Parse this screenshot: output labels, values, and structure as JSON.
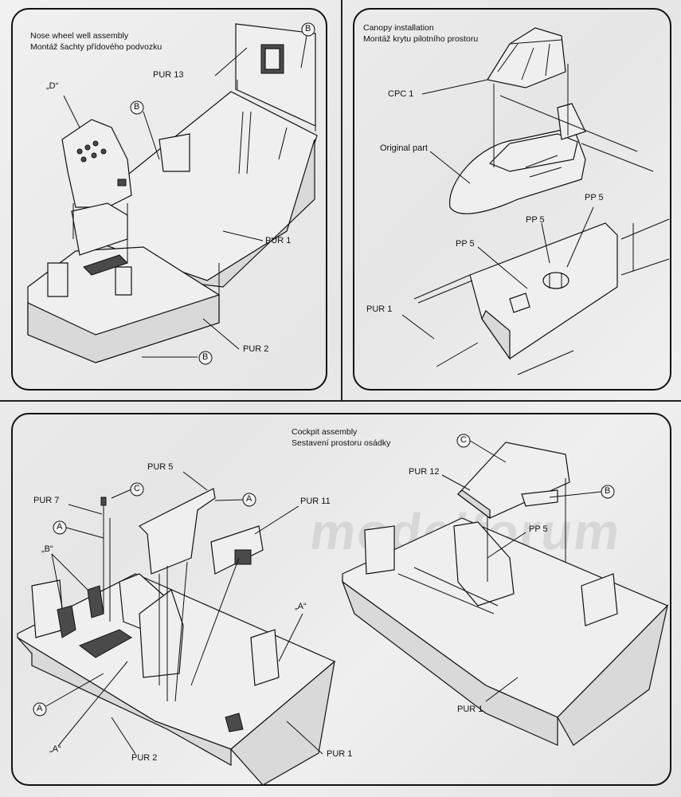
{
  "panels": {
    "nose_wheel": {
      "title_en": "Nose wheel well assembly",
      "title_cz": "Montáž šachty přídového podvozku",
      "labels": {
        "pur13": "PUR 13",
        "pur1": "PUR 1",
        "pur2": "PUR 2",
        "d_mark": "„D“"
      },
      "circles": {
        "b1": "B",
        "b2": "B",
        "b3": "B"
      }
    },
    "canopy": {
      "title_en": "Canopy installation",
      "title_cz": "Montáž krytu pilotního prostoru",
      "labels": {
        "cpc1": "CPC 1",
        "original": "Original part",
        "pp5a": "PP 5",
        "pp5b": "PP 5",
        "pp5c": "PP 5",
        "pur1": "PUR 1"
      }
    },
    "cockpit": {
      "title_en": "Cockpit assembly",
      "title_cz": "Sestavení prostoru osádky",
      "labels": {
        "pur5": "PUR 5",
        "pur7": "PUR 7",
        "pur11": "PUR 11",
        "b_mark": "„B“",
        "a_mark1": "„A“",
        "a_mark2": "„A“",
        "pur2": "PUR 2",
        "pur1_left": "PUR 1",
        "pur12": "PUR 12",
        "pp5": "PP 5",
        "pur1_right": "PUR 1"
      },
      "circles": {
        "c1": "C",
        "a1": "A",
        "a2": "A",
        "a3": "A",
        "c2": "C",
        "b1": "B"
      }
    }
  },
  "colors": {
    "line": "#111111",
    "paper": "#ededed",
    "shade": "#d9d9d9"
  }
}
